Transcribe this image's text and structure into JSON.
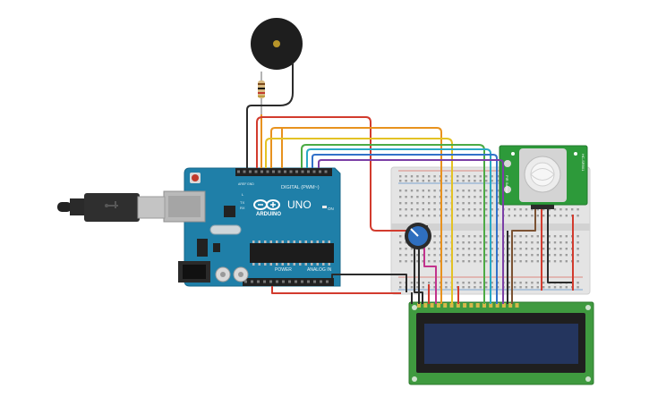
{
  "arduino": {
    "brand": "ARDUINO",
    "model": "UNO",
    "digital_label": "DIGITAL (PWM~)",
    "power_label": "POWER",
    "analog_label": "ANALOG IN",
    "on_label": "ON",
    "l_label": "L",
    "tx_label": "TX",
    "rx_label": "RX",
    "aref_label": "AREF",
    "gnd_label": "GND"
  },
  "pir": {
    "side_left": "PIR Sensor",
    "side_right": "HC-SR501"
  },
  "colors": {
    "arduino_board": "#1f7fa8",
    "breadboard": "#e6e6e6",
    "lcd_board": "#3f9a3f",
    "lcd_screen": "#24355e",
    "pir_board": "#2d9a3a",
    "wire_red": "#d23b2e",
    "wire_orange": "#e8921e",
    "wire_yellow": "#e3c224",
    "wire_green": "#4cab45",
    "wire_cyan": "#2aa9c5",
    "wire_blue": "#3271c9",
    "wire_purple": "#7b3fa6",
    "wire_magenta": "#c2338d",
    "wire_black": "#2b2b2b",
    "wire_brown": "#7b5232"
  },
  "icons": [
    "usb-cable-icon",
    "buzzer-icon",
    "resistor-icon",
    "potentiometer-icon",
    "reset-button-icon"
  ]
}
